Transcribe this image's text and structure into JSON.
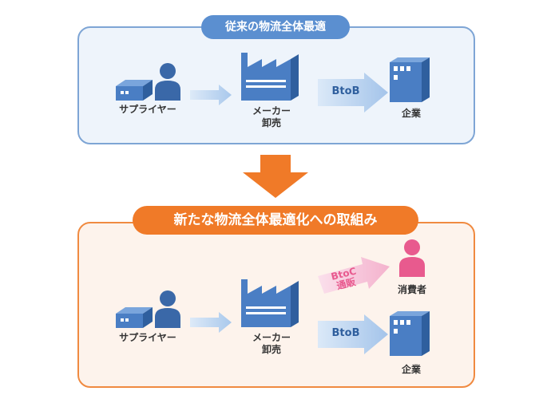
{
  "top_panel": {
    "title": "従来の物流全体最適",
    "supplier": "サプライヤー",
    "maker_line1": "メーカー",
    "maker_line2": "卸売",
    "b2b": "BtoB",
    "company": "企業"
  },
  "bottom_panel": {
    "title": "新たな物流全体最適化への取組み",
    "supplier": "サプライヤー",
    "maker_line1": "メーカー",
    "maker_line2": "卸売",
    "b2c_line1": "BtoC",
    "b2c_line2": "通販",
    "consumer": "消費者",
    "b2b": "BtoB",
    "company": "企業"
  },
  "colors": {
    "blue": "#4a7ec4",
    "dark_blue": "#3a68a8",
    "pink": "#e85a8e",
    "orange": "#f07a28"
  }
}
